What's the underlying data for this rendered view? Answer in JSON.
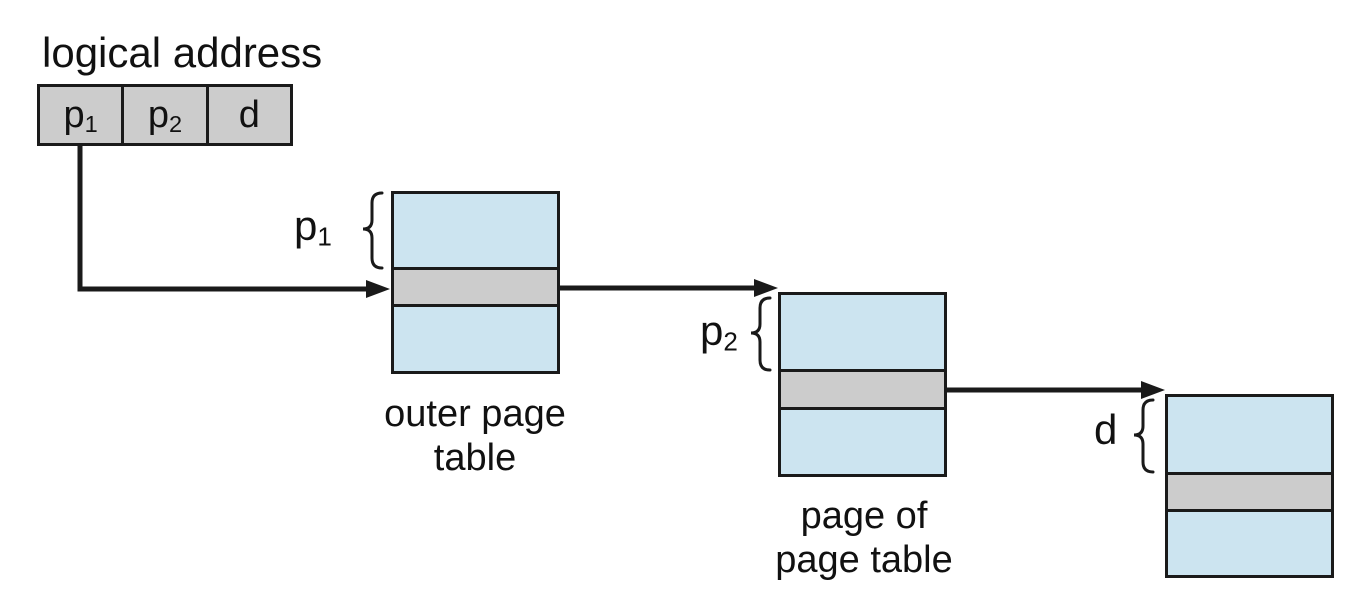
{
  "header": {
    "logical_address_label": "logical address"
  },
  "logical_address_box": {
    "fields": [
      {
        "base": "p",
        "sub": "1"
      },
      {
        "base": "p",
        "sub": "2"
      },
      {
        "base": "d",
        "sub": ""
      }
    ]
  },
  "tables": [
    {
      "label_line1": "outer page",
      "label_line2": "table",
      "index": {
        "base": "p",
        "sub": "1"
      }
    },
    {
      "label_line1": "page of",
      "label_line2": "page table",
      "index": {
        "base": "p",
        "sub": "2"
      }
    },
    {
      "index": {
        "base": "d",
        "sub": ""
      }
    }
  ],
  "colors": {
    "table_fill_blue": "#cce4f0",
    "selected_row_gray": "#cccccc",
    "logical_box_gray": "#cccccc",
    "line_black": "#1a1a1a",
    "background": "#ffffff"
  }
}
